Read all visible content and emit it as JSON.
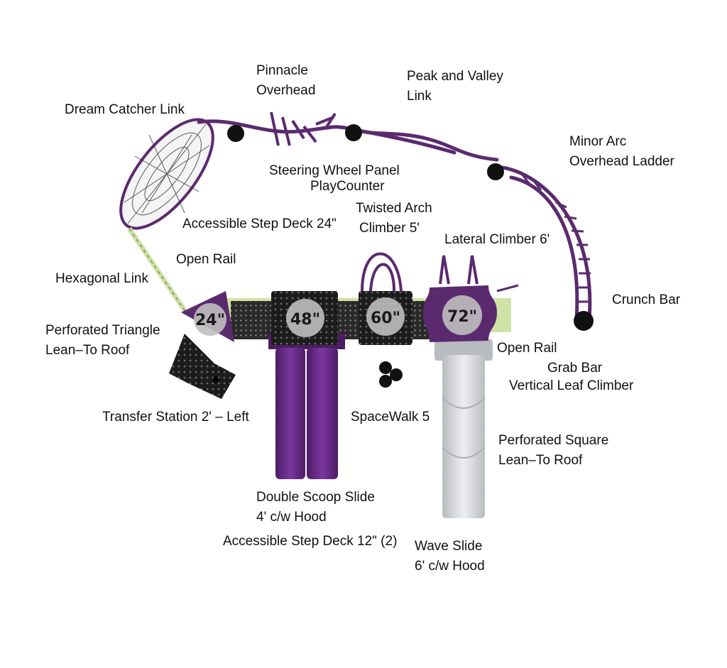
{
  "colors": {
    "accent_purple": "#5b2a6e",
    "slide_purple": "#6a2c8a",
    "deck_black": "#1c1c1c",
    "frame_green": "#cfe3a6",
    "wave_slide_gray": "#d6d8da"
  },
  "labels": {
    "pinnacle_overhead": [
      "Pinnacle",
      "Overhead"
    ],
    "peak_valley_link": [
      "Peak and Valley",
      "Link"
    ],
    "dream_catcher_link": "Dream Catcher Link",
    "minor_arc_ladder": [
      "Minor Arc",
      "Overhead Ladder"
    ],
    "steering_wheel_panel": "Steering Wheel Panel",
    "playcounter": "PlayCounter",
    "twisted_arch_climber": [
      "Twisted Arch",
      "Climber 5'"
    ],
    "accessible_step_deck_24": "Accessible Step Deck 24\"",
    "lateral_climber": "Lateral Climber 6'",
    "open_rail_left": "Open Rail",
    "hexagonal_link": "Hexagonal Link",
    "crunch_bar": "Crunch Bar",
    "perforated_triangle": [
      "Perforated Triangle",
      "Lean–To Roof"
    ],
    "open_rail_right": "Open Rail",
    "grab_bar": "Grab Bar",
    "vertical_leaf_climber": "Vertical Leaf Climber",
    "transfer_station": "Transfer Station 2' – Left",
    "spacewalk": "SpaceWalk 5",
    "perforated_square": [
      "Perforated Square",
      "Lean–To Roof"
    ],
    "double_scoop_slide": [
      "Double Scoop Slide",
      "4' c/w Hood"
    ],
    "accessible_step_deck_12": "Accessible Step Deck 12\" (2)",
    "wave_slide": [
      "Wave Slide",
      "6' c/w Hood"
    ]
  },
  "decks": [
    {
      "id": "deck-24",
      "height": "24\""
    },
    {
      "id": "deck-48",
      "height": "48\""
    },
    {
      "id": "deck-60",
      "height": "60\""
    },
    {
      "id": "deck-72",
      "height": "72\""
    }
  ]
}
